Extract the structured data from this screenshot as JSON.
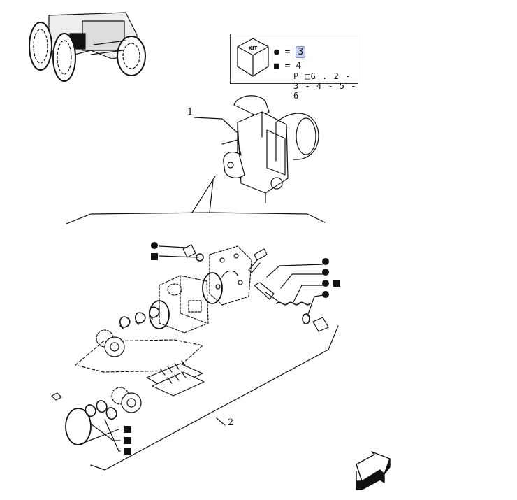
{
  "kit_legend": {
    "badge": "KIT",
    "circle_entry": {
      "symbol": "●",
      "equals": "=",
      "value": "3"
    },
    "square_entry": {
      "symbol": "■",
      "equals": "=",
      "value": "4"
    },
    "pages": "P □G .  2 - 3 - 4 - 5 - 6",
    "highlight_color": "#c9d3ef"
  },
  "callouts": {
    "item_1": "1",
    "item_2": "2"
  },
  "icons": {
    "tractor": "tractor-thumbnail-icon",
    "arrow": "orientation-arrow-icon"
  }
}
